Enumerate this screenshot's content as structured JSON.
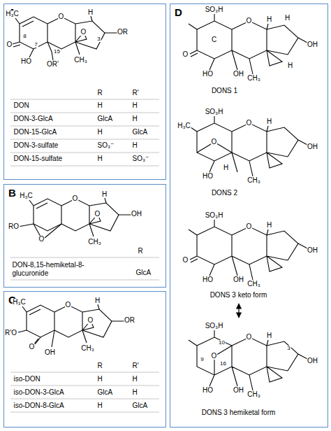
{
  "diagram": {
    "nodes": [
      {
        "text": [
          "A"
        ]
      },
      {
        "text": [
          "B"
        ]
      },
      {
        "text": [
          "C"
        ]
      },
      {
        "text": [
          "D"
        ]
      }
    ],
    "labels": [
      "H₃C",
      "O",
      "8",
      "7",
      "HO",
      "OR'",
      "15",
      "CH₃",
      "O",
      "H",
      "3",
      "OR",
      "O",
      "R",
      "R'",
      "DON",
      "H",
      "H",
      "DON-3-GlcA",
      "GlcA",
      "H",
      "DON-15-GlcA",
      "H",
      "GlcA",
      "DON-3-sulfate",
      "SO₃⁻",
      "H",
      "DON-15-sulfate",
      "H",
      "SO₃⁻",
      "H₃C",
      "O",
      "H",
      "OH",
      "RO",
      "O",
      "CH₃",
      "O",
      "R",
      "DON-8,15-hemiketal-8-glucuronide",
      "GlcA",
      "H₃C",
      "O",
      "H",
      "OR",
      "R'O",
      "O",
      "OH",
      "CH₃",
      "O",
      "R",
      "R'",
      "iso-DON",
      "H",
      "H",
      "iso-DON-3-GlcA",
      "GlcA",
      "H",
      "iso-DON-8-GlcA",
      "H",
      "GlcA",
      "SO₃H",
      "H",
      "O",
      "H",
      "OH",
      "C",
      "O",
      "HO",
      "OH",
      "H",
      "CH₃",
      "DONS 1",
      "SO₃H",
      "O",
      "H",
      "OH",
      "H₃C",
      "O",
      "HO",
      "H",
      "CH₃",
      "DONS 2",
      "SO₃H",
      "O",
      "H",
      "OH",
      "O",
      "HO",
      "OH",
      "CH₃",
      "DONS 3 keto form",
      "SO₃H",
      "10",
      "9",
      "16",
      "O",
      "H",
      "3",
      "OH",
      "O",
      "HO",
      "OH",
      "CH₃",
      "DONS 3 hemiketal form"
    ]
  }
}
